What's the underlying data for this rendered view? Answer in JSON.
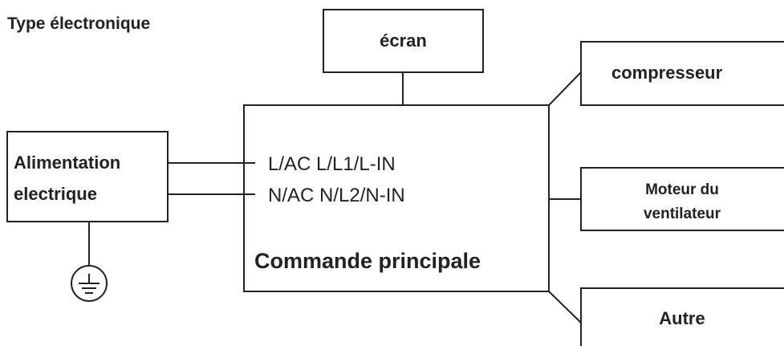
{
  "title": "Type électronique",
  "boxes": {
    "display": "écran",
    "power_line1": "Alimentation",
    "power_line2": "electrique",
    "main_control": "Commande principale",
    "compressor": "compresseur",
    "fan_line1": "Moteur du",
    "fan_line2": "ventilateur",
    "other": "Autre"
  },
  "terminals": {
    "live": "L/AC L/L1/L-IN",
    "neutral": "N/AC N/L2/N-IN"
  },
  "icons": {
    "ground": "ground-symbol-icon"
  },
  "colors": {
    "stroke": "#222222",
    "background": "#ffffff"
  }
}
